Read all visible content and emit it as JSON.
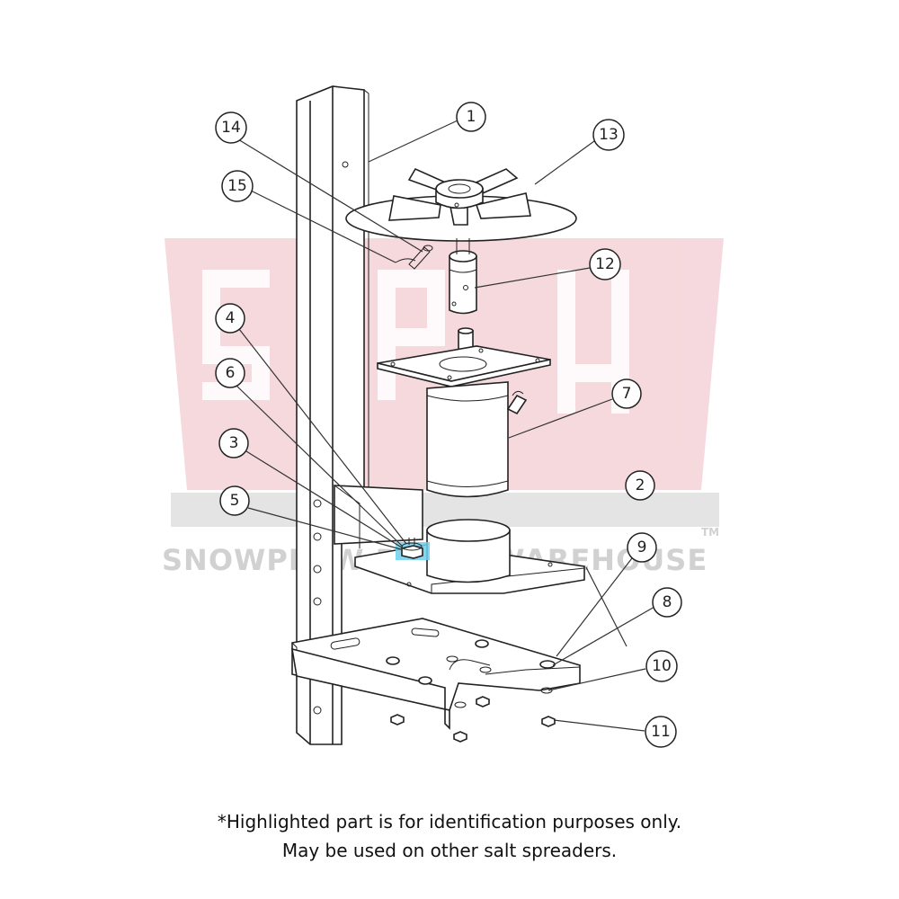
{
  "watermark": {
    "text": "SNOWPLOW PARTS WAREHOUSE",
    "tm": "TM"
  },
  "callouts": {
    "c1": "1",
    "c2": "2",
    "c3": "3",
    "c4": "4",
    "c5": "5",
    "c6": "6",
    "c7": "7",
    "c8": "8",
    "c9": "9",
    "c10": "10",
    "c11": "11",
    "c12": "12",
    "c13": "13",
    "c14": "14",
    "c15": "15"
  },
  "caption": {
    "line1": "*Highlighted part is for identification purposes only.",
    "line2": "May be used on other salt spreaders."
  },
  "colors": {
    "watermark_red": "#f6d7dc",
    "watermark_gray": "#e3e3e3",
    "highlight": "#6fd0ef",
    "line": "#222222"
  }
}
